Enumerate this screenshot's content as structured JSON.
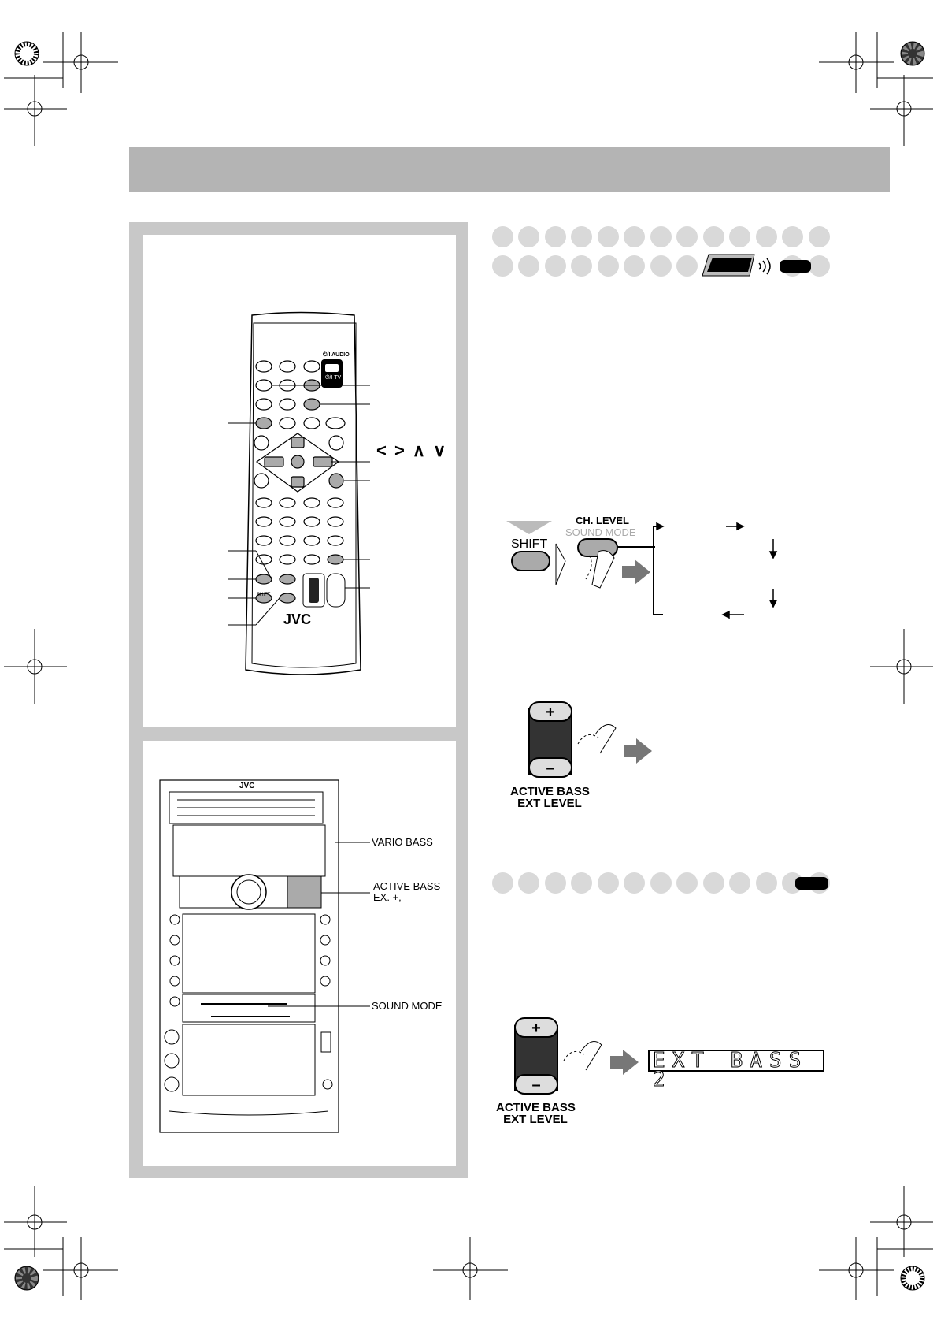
{
  "remote": {
    "brand": "JVC",
    "audio_label": "⏻/I AUDIO",
    "tv_label": "⏻/I TV",
    "shift_label": "SHIFT",
    "arrows_label": "< > ∧ ∨"
  },
  "unit": {
    "brand": "JVC",
    "callouts": [
      "VARIO BASS",
      "ACTIVE BASS EX. +,–",
      "SOUND MODE"
    ]
  },
  "step1": {
    "shift_label": "SHIFT",
    "ch_level_label": "CH. LEVEL",
    "sound_mode_label": "SOUND MODE"
  },
  "step2": {
    "knob_label_1": "ACTIVE BASS",
    "knob_label_2": "EXT LEVEL"
  },
  "step3": {
    "knob_label_1": "ACTIVE BASS",
    "knob_label_2": "EXT LEVEL",
    "display_text": "EXT BASS 2"
  },
  "colors": {
    "band": "#b4b4b4",
    "frame": "#c8c8c8",
    "dot": "#d9d9d9"
  }
}
